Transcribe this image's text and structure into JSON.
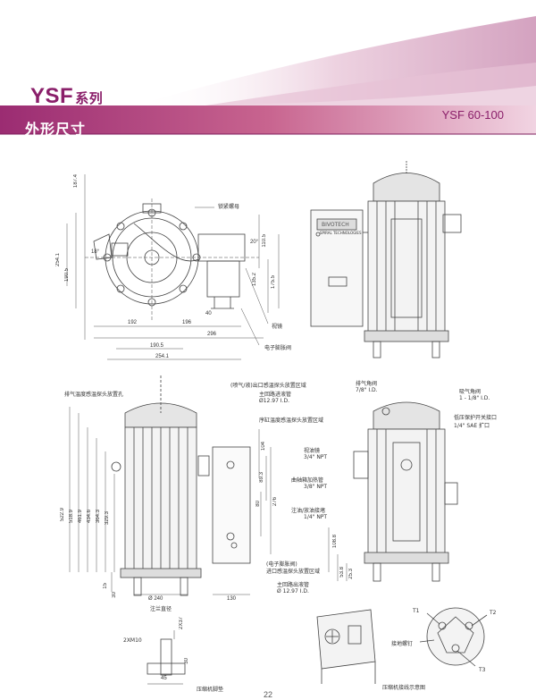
{
  "header": {
    "series": "YSF",
    "series_cn": "系列",
    "section": "外形尺寸",
    "model": "YSF 60-100"
  },
  "top_view": {
    "labels": {
      "eyebolt": "锁紧螺母",
      "sight_glass": "视镜",
      "electronic_valve": "电子膨胀阀"
    },
    "dims": [
      "187.4",
      "254.1",
      "190.5",
      "18°",
      "20°",
      "110.5",
      "135.2",
      "175.5",
      "192",
      "196",
      "40",
      "296",
      "190.5",
      "254.1"
    ]
  },
  "device_panel": {
    "brand": "BIVOTECH",
    "sub": "SPIRAL TECHNOLOGIES"
  },
  "front_view": {
    "labels": {
      "exhaust_sensor": "排气温度感温探头放置孔",
      "outlet_sensor": "(喷气/液)出口感温探头放置区域",
      "main_pipe": "主回路进液管",
      "main_pipe_size": "Ø12.97 I.D.",
      "oil_sensor": "序缸温度感温探头放置区域",
      "sight_glass": "视油镜",
      "sight_glass_size": "3/4\" NPT",
      "crank_heater": "曲轴箱加热管",
      "crank_heater_size": "3/8\" NPT",
      "oil_drain": "注油/放油接堵",
      "oil_drain_size": "1/4\" NPT",
      "elec_valve_note": "(电子膨胀阀)",
      "inlet_sensor": "进口感温探头放置区域",
      "main_outlet": "主回路出液管",
      "main_outlet_size": "Ø 12.97 I.D.",
      "note": "注兰直径"
    },
    "dims": [
      "522.9",
      "518.9",
      "461.9",
      "434.6",
      "364.3",
      "329.3",
      "15",
      "30",
      "Ø 240",
      "130",
      "104",
      "89.3",
      "80",
      "276",
      "108.8",
      "53.8",
      "25.3"
    ]
  },
  "side_view": {
    "labels": {
      "exhaust_valve": "排气角阀",
      "exhaust_valve_size": "7/8\" I.D.",
      "suction_valve": "吸气角阀",
      "suction_valve_size": "1 - 1/8\" I.D.",
      "low_pressure": "低压保护开关接口",
      "low_pressure_size": "1/4\" SAE 扩口"
    }
  },
  "foot": {
    "labels": {
      "bolt": "2XM10",
      "title": "压缩机脚垫"
    },
    "dims": [
      "2X37",
      "30",
      "45"
    ]
  },
  "terminal": {
    "labels": {
      "t1": "T1",
      "t2": "T2",
      "t3": "T3",
      "ground": "接地螺钉",
      "title": "压缩机接线示意图"
    }
  },
  "page_number": "22"
}
